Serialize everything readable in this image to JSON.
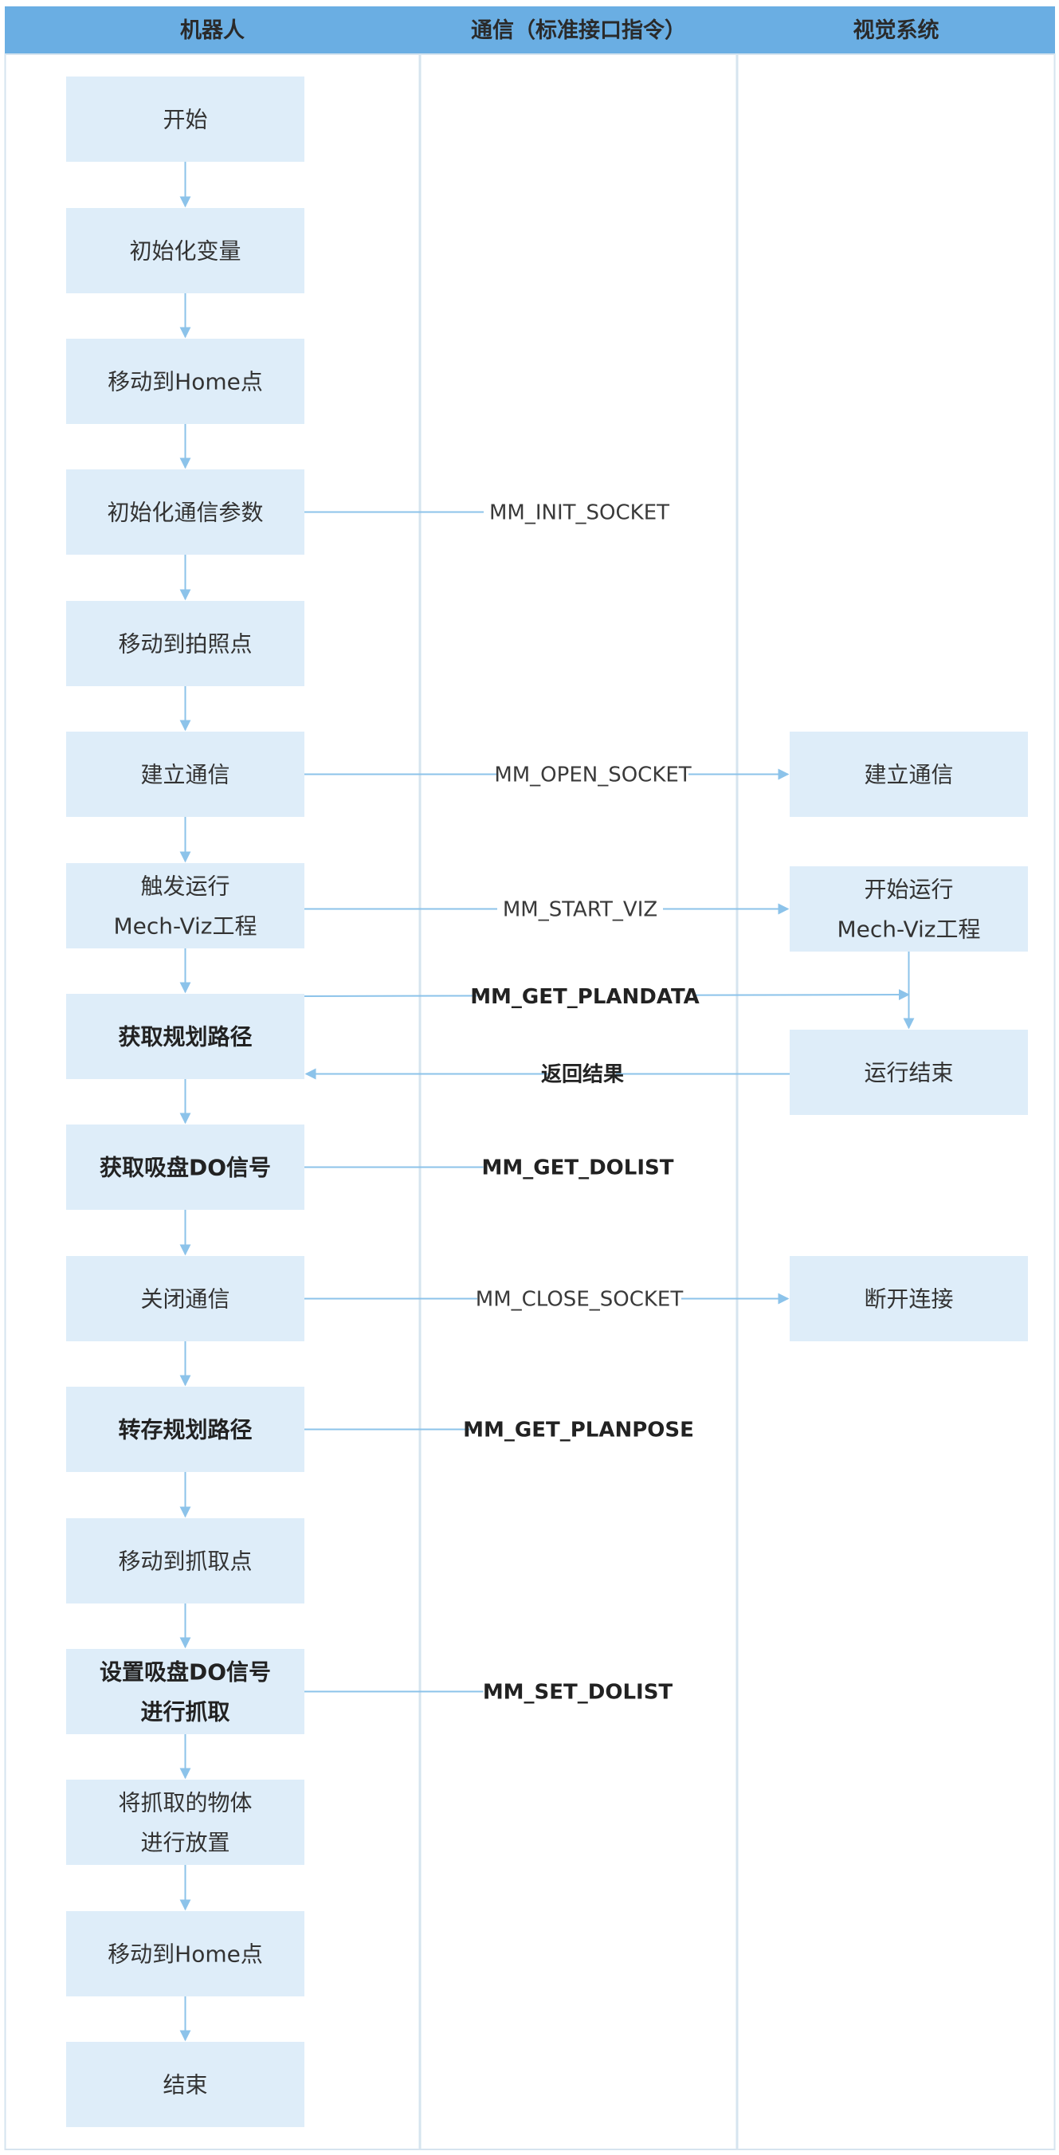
{
  "lanes": [
    {
      "key": "robot",
      "title": "机器人"
    },
    {
      "key": "comm",
      "title": "通信（标准接口指令）"
    },
    {
      "key": "vision",
      "title": "视觉系统"
    }
  ],
  "robot_steps": [
    {
      "id": "start",
      "lines": [
        "开始"
      ],
      "bold": false
    },
    {
      "id": "init-vars",
      "lines": [
        "初始化变量"
      ],
      "bold": false
    },
    {
      "id": "move-home-1",
      "lines": [
        "移动到Home点"
      ],
      "bold": false
    },
    {
      "id": "init-comm-params",
      "lines": [
        "初始化通信参数"
      ],
      "bold": false
    },
    {
      "id": "move-photo-point",
      "lines": [
        "移动到拍照点"
      ],
      "bold": false
    },
    {
      "id": "establish-comm",
      "lines": [
        "建立通信"
      ],
      "bold": false
    },
    {
      "id": "trigger-run",
      "lines": [
        "触发运行",
        "Mech-Viz工程"
      ],
      "bold": false
    },
    {
      "id": "get-plan-path",
      "lines": [
        "获取规划路径"
      ],
      "bold": true
    },
    {
      "id": "get-suction-do",
      "lines": [
        "获取吸盘DO信号"
      ],
      "bold": true
    },
    {
      "id": "close-comm",
      "lines": [
        "关闭通信"
      ],
      "bold": false
    },
    {
      "id": "save-plan-path",
      "lines": [
        "转存规划路径"
      ],
      "bold": true
    },
    {
      "id": "move-pick-point",
      "lines": [
        "移动到抓取点"
      ],
      "bold": false
    },
    {
      "id": "set-suction-do",
      "lines": [
        "设置吸盘DO信号",
        "进行抓取"
      ],
      "bold": true
    },
    {
      "id": "place-object",
      "lines": [
        "将抓取的物体",
        "进行放置"
      ],
      "bold": false
    },
    {
      "id": "move-home-2",
      "lines": [
        "移动到Home点"
      ],
      "bold": false
    },
    {
      "id": "end",
      "lines": [
        "结束"
      ],
      "bold": false
    }
  ],
  "vision_steps": [
    {
      "id": "vision-establish",
      "lines": [
        "建立通信"
      ]
    },
    {
      "id": "vision-start-run",
      "lines": [
        "开始运行",
        "Mech-Viz工程"
      ]
    },
    {
      "id": "vision-run-end",
      "lines": [
        "运行结束"
      ]
    },
    {
      "id": "vision-disconnect",
      "lines": [
        "断开连接"
      ]
    }
  ],
  "messages": [
    {
      "id": "mm-init-socket",
      "text": "MM_INIT_SOCKET",
      "bold": false,
      "from": "init-comm-params",
      "to": null
    },
    {
      "id": "mm-open-socket",
      "text": "MM_OPEN_SOCKET",
      "bold": false,
      "from": "establish-comm",
      "to": "vision-establish"
    },
    {
      "id": "mm-start-viz",
      "text": "MM_START_VIZ",
      "bold": false,
      "from": "trigger-run",
      "to": "vision-start-run"
    },
    {
      "id": "mm-get-plandata",
      "text": "MM_GET_PLANDATA",
      "bold": true,
      "from": "get-plan-path",
      "to": "vision-run-end"
    },
    {
      "id": "return-result",
      "text": "返回结果",
      "bold": true,
      "from": "vision-run-end",
      "to": "get-plan-path"
    },
    {
      "id": "mm-get-dolist",
      "text": "MM_GET_DOLIST",
      "bold": true,
      "from": "get-suction-do",
      "to": null
    },
    {
      "id": "mm-close-socket",
      "text": "MM_CLOSE_SOCKET",
      "bold": false,
      "from": "close-comm",
      "to": "vision-disconnect"
    },
    {
      "id": "mm-get-planpose",
      "text": "MM_GET_PLANPOSE",
      "bold": true,
      "from": "save-plan-path",
      "to": null
    },
    {
      "id": "mm-set-dolist",
      "text": "MM_SET_DOLIST",
      "bold": true,
      "from": "set-suction-do",
      "to": null
    }
  ],
  "colors": {
    "header": "#6aaee3",
    "box_fill": "#deedf9",
    "arrow": "#8cc3ea",
    "lane_border": "#d6e4ef"
  }
}
